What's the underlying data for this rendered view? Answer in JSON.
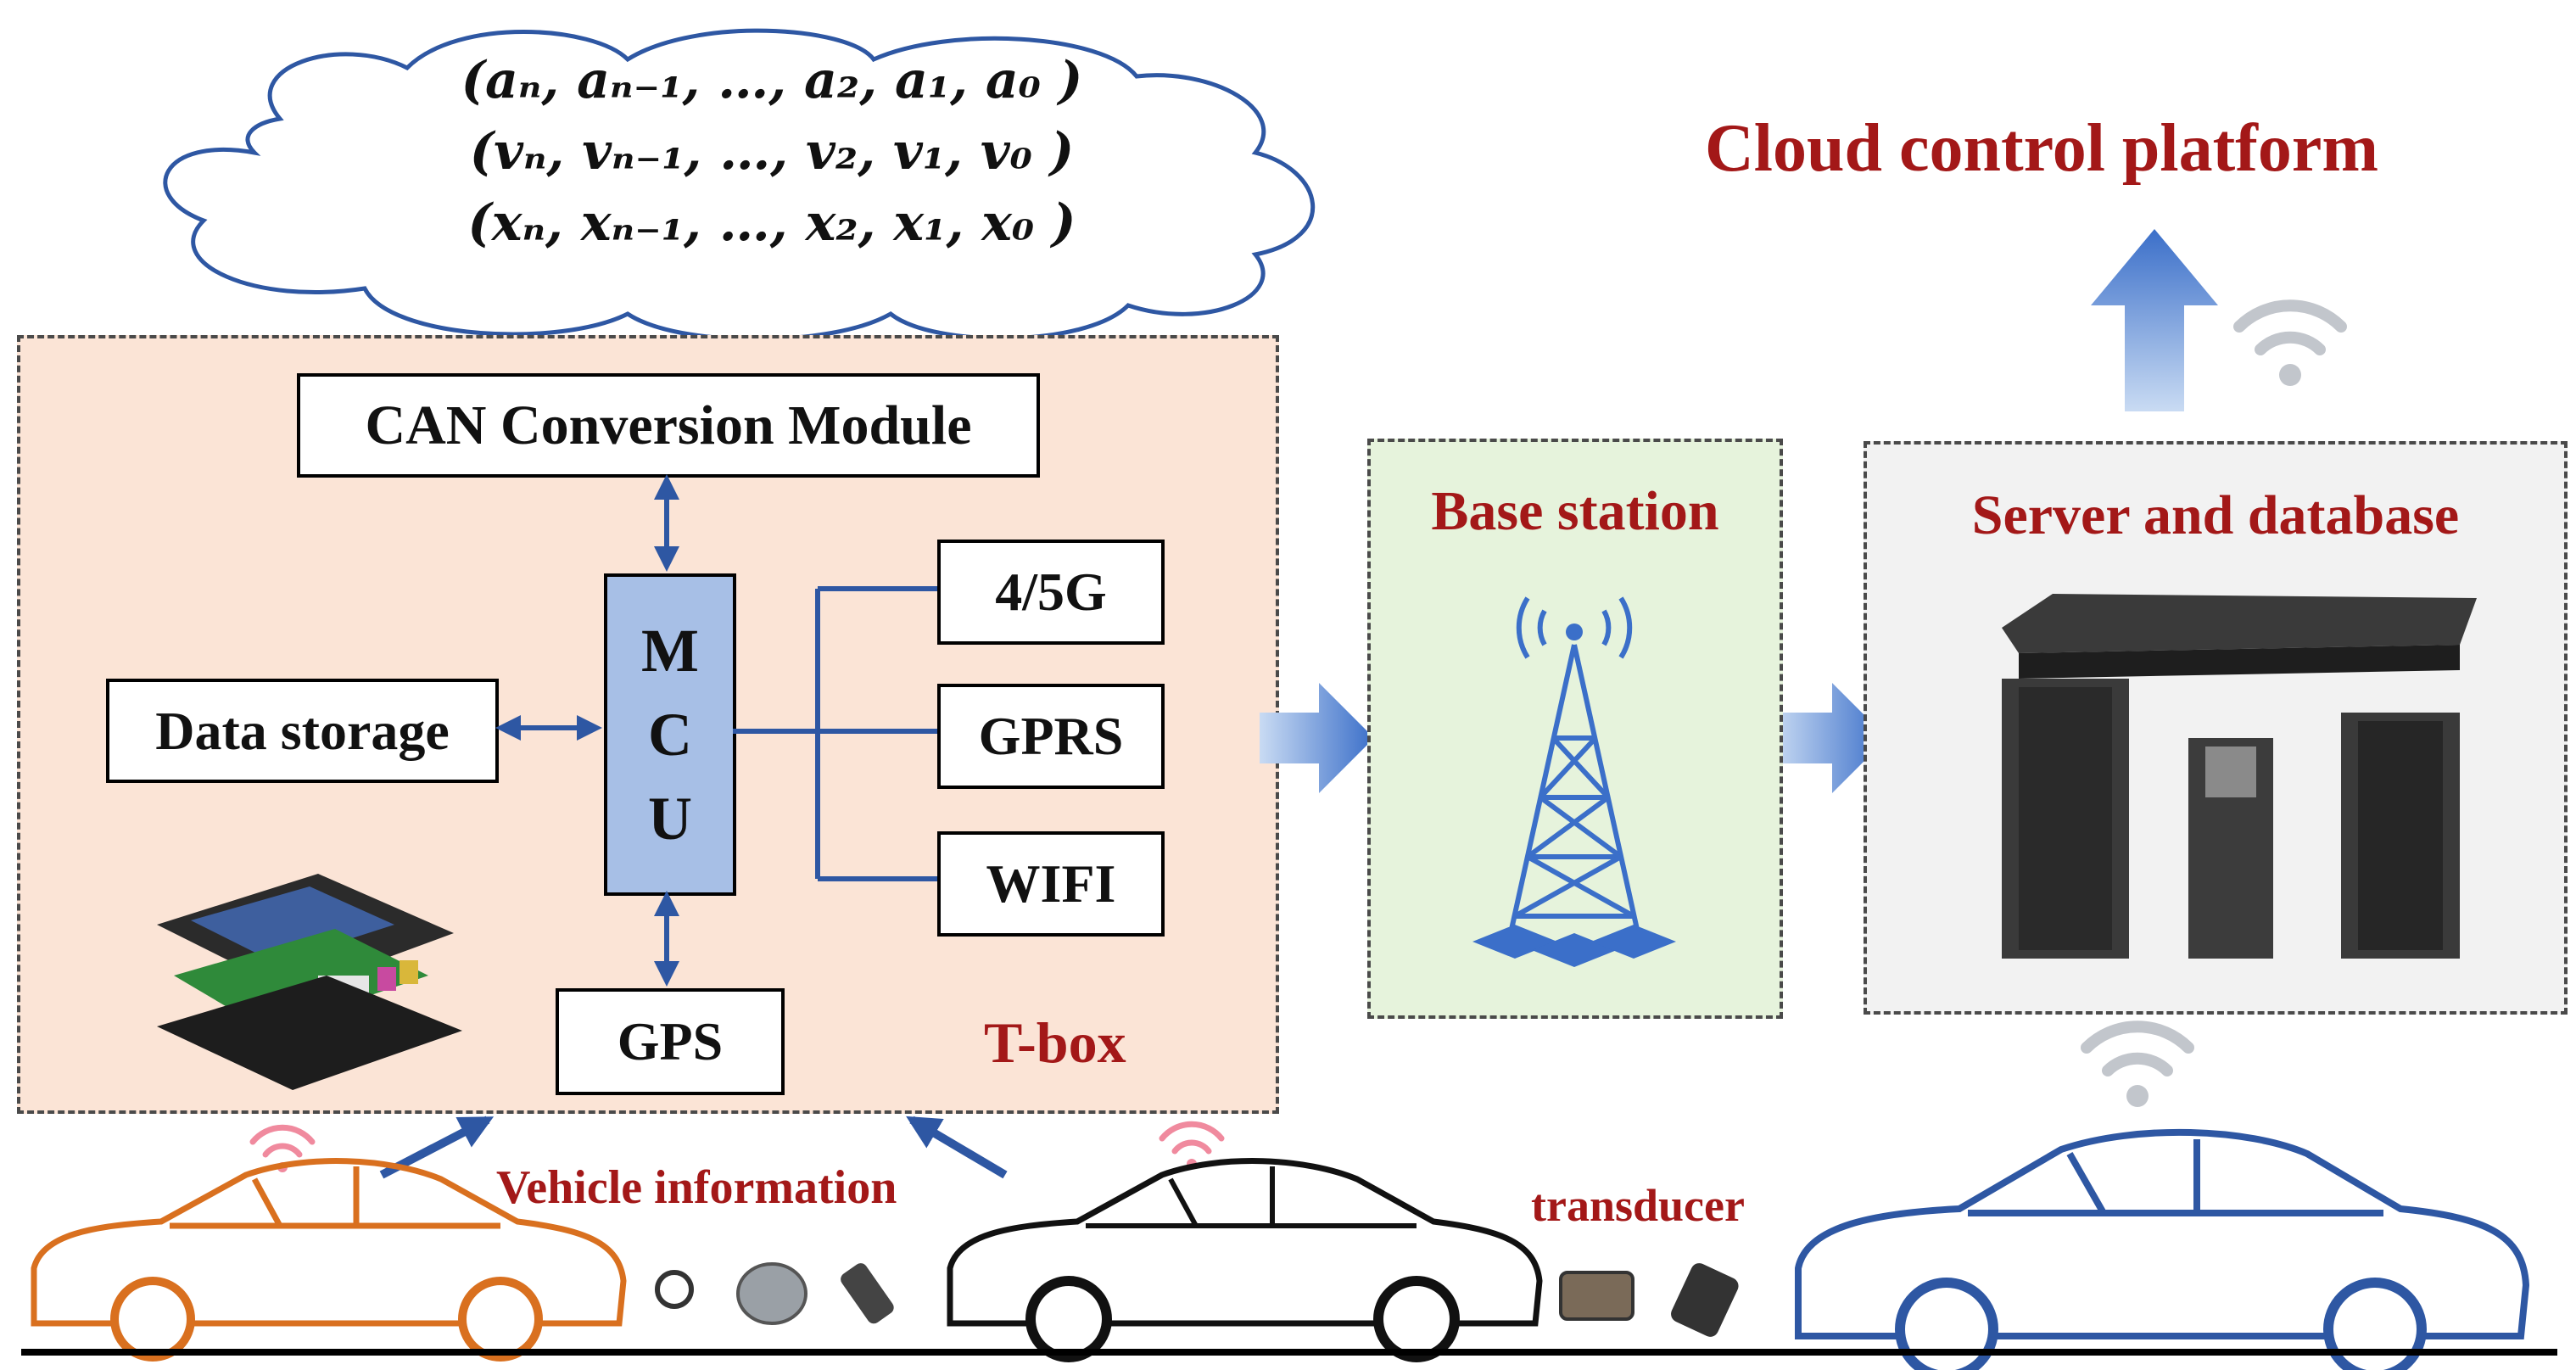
{
  "cloud": {
    "line1": "(aₙ, aₙ₋₁, …, a₂, a₁, a₀ )",
    "line2": "(vₙ, vₙ₋₁, …, v₂, v₁, v₀ )",
    "line3": "(xₙ, xₙ₋₁, …, x₂, x₁, x₀ )"
  },
  "title": "Cloud control platform",
  "tbox": {
    "can": "CAN Conversion Module",
    "mcu": [
      "M",
      "C",
      "U"
    ],
    "storage": "Data storage",
    "g45": "4/5G",
    "gprs": "GPRS",
    "wifi": "WIFI",
    "gps": "GPS",
    "label": "T-box"
  },
  "base_station": "Base station",
  "server": "Server and database",
  "vehicle_info": "Vehicle information",
  "transducer": "transducer",
  "colors": {
    "red": "#a31818",
    "blue": "#3b6fc9",
    "orange": "#d9701f",
    "tbox_bg": "#fbe4d6",
    "base_bg": "#e6f3dc",
    "server_bg": "#f2f2f2",
    "mcu_bg": "#a7bfe6"
  }
}
